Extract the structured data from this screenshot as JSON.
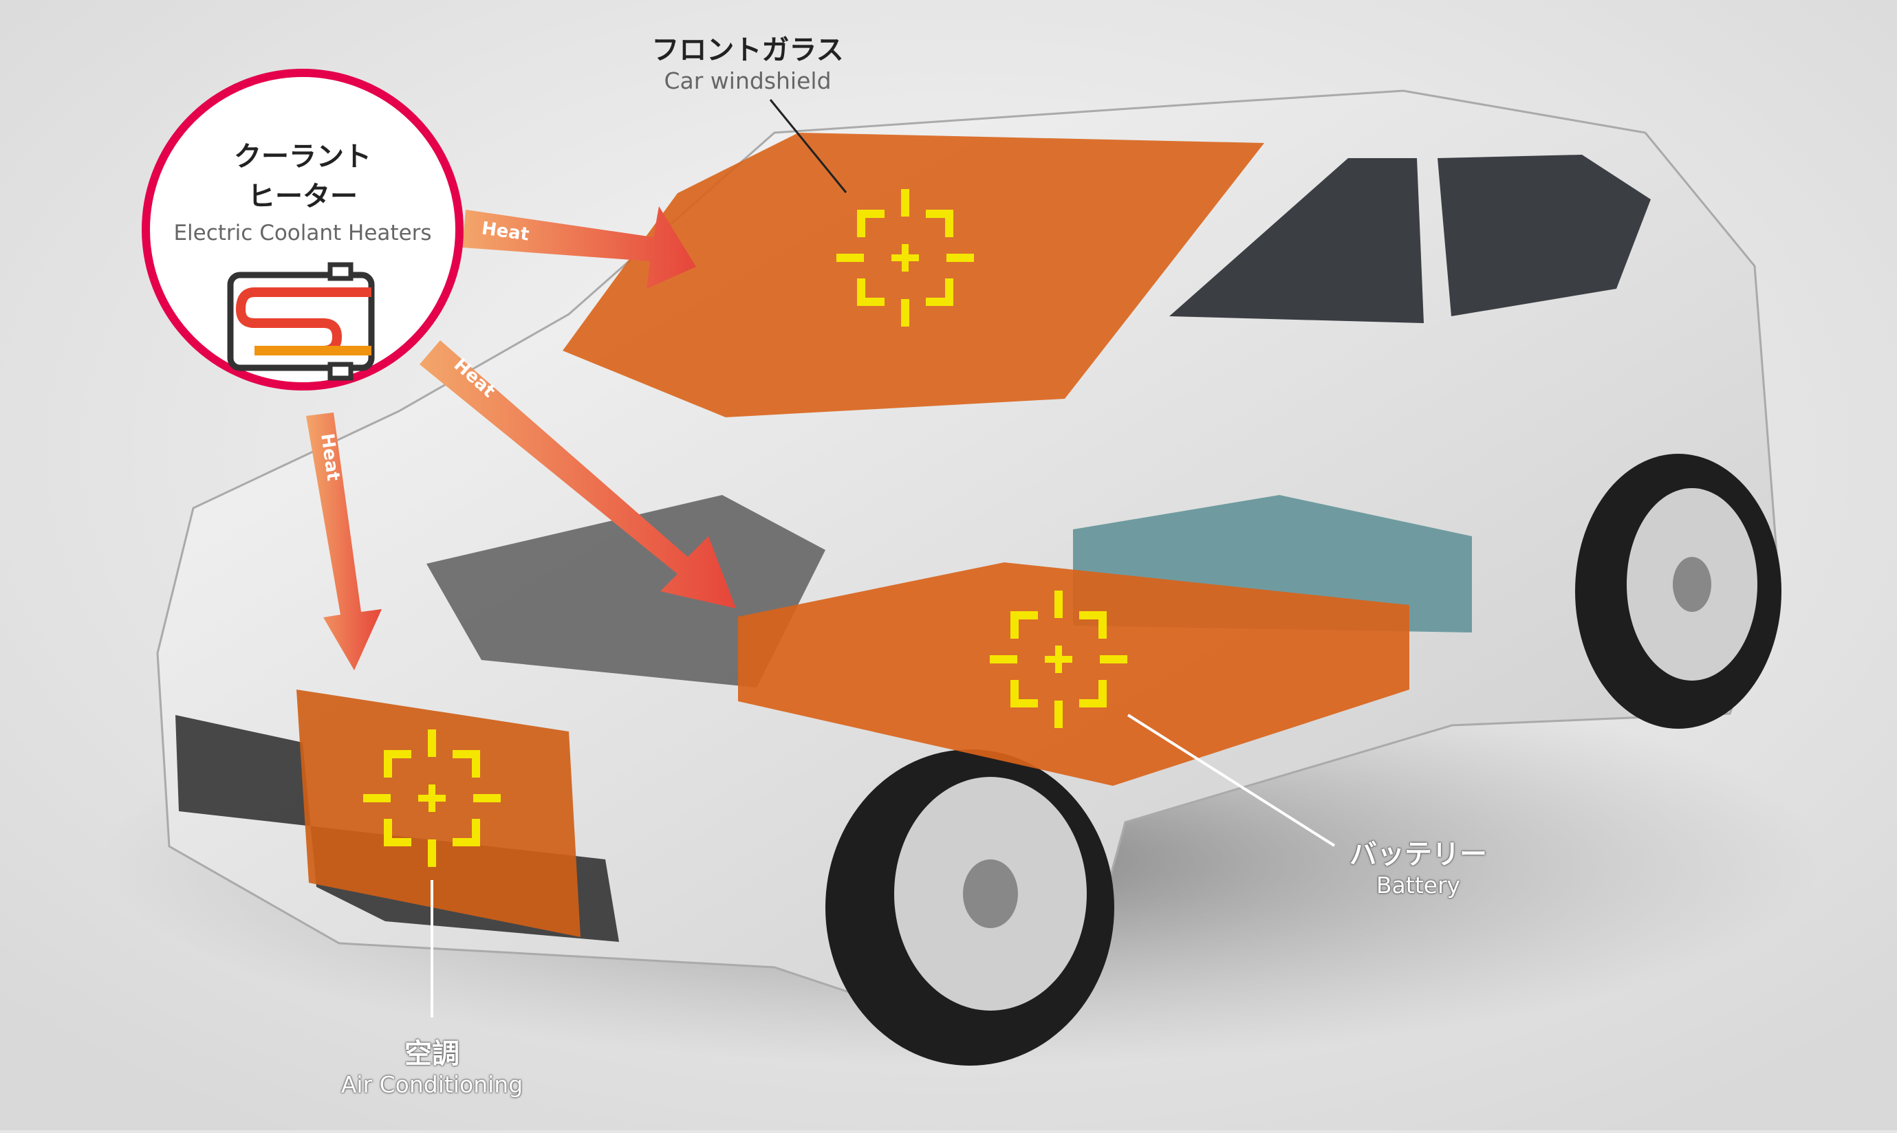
{
  "labels": {
    "windshield": {
      "jp": "フロントガラス",
      "en": "Car windshield"
    },
    "heater": {
      "jp_line1": "クーラント",
      "jp_line2": "ヒーター",
      "en": "Electric Coolant Heaters"
    },
    "battery": {
      "jp": "バッテリー",
      "en": "Battery"
    },
    "air_conditioning": {
      "jp": "空調",
      "en": "Air Conditioning"
    }
  },
  "arrows": [
    {
      "label": "Heat",
      "target": "windshield"
    },
    {
      "label": "Heat",
      "target": "engine-bay"
    },
    {
      "label": "Heat",
      "target": "air-conditioning"
    }
  ],
  "colors": {
    "accent_ring": "#e4004b",
    "highlight_orange": "#d9631a",
    "target_yellow": "#f5e600",
    "arrow_orange": "#ee7a45"
  }
}
